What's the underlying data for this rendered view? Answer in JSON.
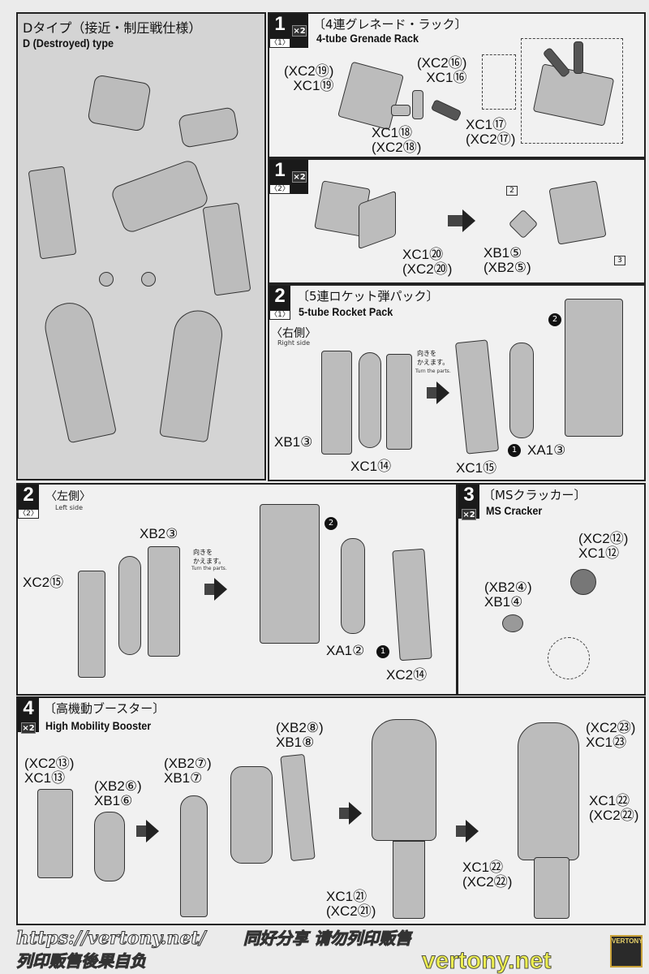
{
  "d_type": {
    "title_jp": "Dタイプ（接近・制圧戦仕様）",
    "title_en": "D (Destroyed) type"
  },
  "step1_1": {
    "number": "1",
    "sub": "〈1〉",
    "multiplier": "×2",
    "title_jp": "〔4連グレネード・ラック〕",
    "title_en": "4-tube Grenade Rack",
    "labels": [
      "(XC2⑲)\nXC1⑲",
      "(XC2⑯)\nXC1⑯",
      "XC1⑰\n(XC2⑰)",
      "XC1⑱\n(XC2⑱)"
    ]
  },
  "step1_2": {
    "number": "1",
    "sub": "〈2〉",
    "multiplier": "×2",
    "labels": [
      "XC1⑳\n(XC2⑳)",
      "XB1⑤\n(XB2⑤)"
    ],
    "callouts": [
      "2",
      "3"
    ]
  },
  "step2_1": {
    "number": "2",
    "sub": "〈1〉",
    "title_jp": "〔5連ロケット弾パック〕",
    "title_en": "5-tube Rocket Pack",
    "side_jp": "〈右側〉",
    "side_en": "Right side",
    "turn_jp": "向きを\nかえます。",
    "turn_en": "Turn the parts.",
    "labels": [
      "XB1③",
      "XC1⑭",
      "XC1⑮",
      "XA1③"
    ],
    "order": [
      "1",
      "2"
    ]
  },
  "step2_2": {
    "number": "2",
    "sub": "〈2〉",
    "side_jp": "〈左側〉",
    "side_en": "Left side",
    "turn_jp": "向きを\nかえます。",
    "turn_en": "Turn the parts.",
    "labels": [
      "XB2③",
      "XC2⑮",
      "XA1②",
      "XC2⑭"
    ],
    "order": [
      "1",
      "2"
    ]
  },
  "step3": {
    "number": "3",
    "multiplier": "×2",
    "title_jp": "〔MSクラッカー〕",
    "title_en": "MS Cracker",
    "labels": [
      "(XC2⑫)\nXC1⑫",
      "(XB2④)\nXB1④"
    ]
  },
  "step4": {
    "number": "4",
    "multiplier": "×2",
    "title_jp": "〔高機動ブースター〕",
    "title_en": "High Mobility Booster",
    "labels": [
      "(XC2⑬)\nXC1⑬",
      "(XB2⑥)\nXB1⑥",
      "(XB2⑦)\nXB1⑦",
      "(XB2⑧)\nXB1⑧",
      "XC1㉑\n(XC2㉑)",
      "(XC2㉓)\nXC1㉓",
      "XC1㉒\n(XC2㉒)",
      "XC1㉒\n(XC2㉒)"
    ]
  },
  "watermark": {
    "url": "https://vertony.net/",
    "cn": "同好分享 请勿列印贩售",
    "cn2": "列印贩售後果自负",
    "site": "vertony.net",
    "logo": "VERTONY"
  }
}
